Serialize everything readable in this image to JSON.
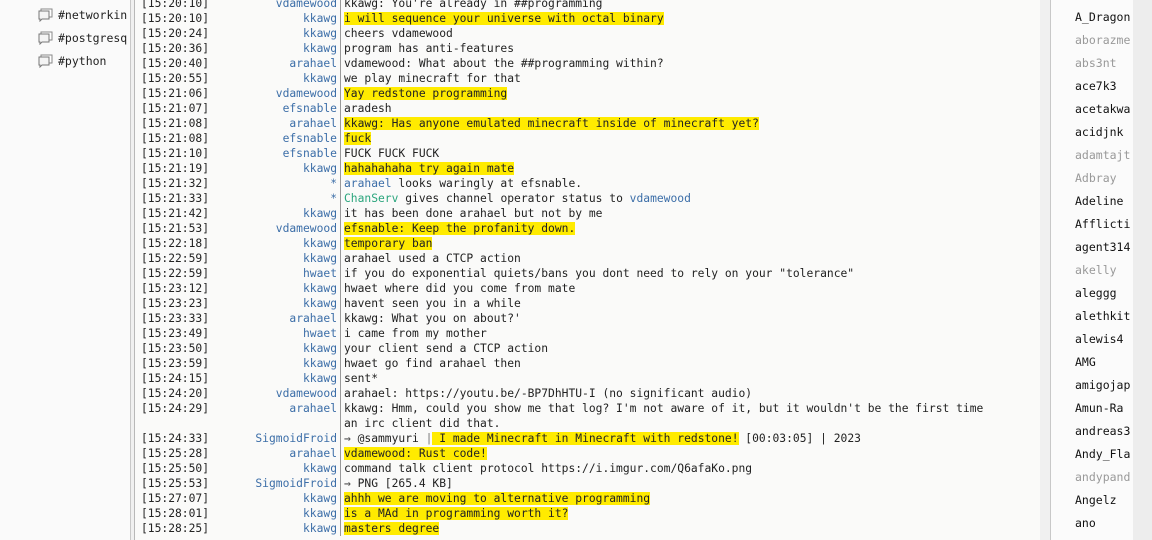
{
  "channels": [
    "#networkin",
    "#postgresq",
    "#python"
  ],
  "colors": {
    "highlight": "#ffeb00",
    "nick": "#3c6ea8",
    "chanserv": "#2aa57d"
  },
  "lines": [
    {
      "time": "[15:20:10]",
      "nick": "vdamewood",
      "msg": [
        {
          "t": "kkawg: You're already in ##programming"
        }
      ]
    },
    {
      "time": "[15:20:10]",
      "nick": "kkawg",
      "msg": [
        {
          "t": "i will sequence your universe with octal binary",
          "c": "hl"
        }
      ]
    },
    {
      "time": "[15:20:24]",
      "nick": "kkawg",
      "msg": [
        {
          "t": "cheers vdamewood"
        }
      ]
    },
    {
      "time": "[15:20:36]",
      "nick": "kkawg",
      "msg": [
        {
          "t": "program has anti-features"
        }
      ]
    },
    {
      "time": "[15:20:40]",
      "nick": "arahael",
      "msg": [
        {
          "t": "vdamewood: What about the ##programming within?"
        }
      ]
    },
    {
      "time": "[15:20:55]",
      "nick": "kkawg",
      "msg": [
        {
          "t": "we play minecraft for that"
        }
      ]
    },
    {
      "time": "[15:21:06]",
      "nick": "vdamewood",
      "msg": [
        {
          "t": "Yay redstone programming",
          "c": "hl"
        }
      ]
    },
    {
      "time": "[15:21:07]",
      "nick": "efsnable",
      "msg": [
        {
          "t": "aradesh"
        }
      ]
    },
    {
      "time": "[15:21:08]",
      "nick": "arahael",
      "msg": [
        {
          "t": "kkawg: Has anyone emulated minecraft inside of minecraft yet?",
          "c": "hl"
        }
      ]
    },
    {
      "time": "[15:21:08]",
      "nick": "efsnable",
      "msg": [
        {
          "t": "fuck",
          "c": "hl"
        }
      ]
    },
    {
      "time": "[15:21:10]",
      "nick": "efsnable",
      "msg": [
        {
          "t": "FUCK FUCK FUCK"
        }
      ]
    },
    {
      "time": "[15:21:19]",
      "nick": "kkawg",
      "msg": [
        {
          "t": "hahahahaha try again mate",
          "c": "hl"
        }
      ]
    },
    {
      "time": "[15:21:32]",
      "nick": "*",
      "msg": [
        {
          "t": "arahael",
          "c": "n"
        },
        {
          "t": " looks waringly at efsnable."
        }
      ]
    },
    {
      "time": "[15:21:33]",
      "nick": "*",
      "msg": [
        {
          "t": "ChanServ",
          "c": "cs"
        },
        {
          "t": " gives channel operator status to "
        },
        {
          "t": "vdamewood",
          "c": "n"
        }
      ]
    },
    {
      "time": "[15:21:42]",
      "nick": "kkawg",
      "msg": [
        {
          "t": "it has been done arahael but not by me"
        }
      ]
    },
    {
      "time": "[15:21:53]",
      "nick": "vdamewood",
      "msg": [
        {
          "t": "efsnable: Keep the profanity down.",
          "c": "hl"
        }
      ]
    },
    {
      "time": "[15:22:18]",
      "nick": "kkawg",
      "msg": [
        {
          "t": "temporary ban",
          "c": "hl"
        }
      ]
    },
    {
      "time": "[15:22:59]",
      "nick": "kkawg",
      "msg": [
        {
          "t": "arahael used a CTCP action"
        }
      ]
    },
    {
      "time": "[15:22:59]",
      "nick": "hwaet",
      "msg": [
        {
          "t": "if you do exponential quiets/bans you dont need to rely on your \"tolerance\""
        }
      ]
    },
    {
      "time": "[15:23:12]",
      "nick": "kkawg",
      "msg": [
        {
          "t": "hwaet where did you come from mate"
        }
      ]
    },
    {
      "time": "[15:23:23]",
      "nick": "kkawg",
      "msg": [
        {
          "t": "havent seen you in a while"
        }
      ]
    },
    {
      "time": "[15:23:33]",
      "nick": "arahael",
      "msg": [
        {
          "t": "kkawg: What you on about?'"
        }
      ]
    },
    {
      "time": "[15:23:49]",
      "nick": "hwaet",
      "msg": [
        {
          "t": "i came from my mother"
        }
      ]
    },
    {
      "time": "[15:23:50]",
      "nick": "kkawg",
      "msg": [
        {
          "t": "your client send a CTCP action"
        }
      ]
    },
    {
      "time": "[15:23:59]",
      "nick": "kkawg",
      "msg": [
        {
          "t": "hwaet go find arahael then"
        }
      ]
    },
    {
      "time": "[15:24:15]",
      "nick": "kkawg",
      "msg": [
        {
          "t": "sent*"
        }
      ]
    },
    {
      "time": "[15:24:20]",
      "nick": "vdamewood",
      "msg": [
        {
          "t": "arahael: https://youtu.be/-BP7DhHTU-I (no significant audio)"
        }
      ]
    },
    {
      "time": "[15:24:29]",
      "nick": "arahael",
      "msg": [
        {
          "t": "kkawg: Hmm, could you show me that log? I'm not aware of it, but it wouldn't be the first time an irc client did that."
        }
      ]
    },
    {
      "time": "[15:24:33]",
      "nick": "SigmoidFroid",
      "msg": [
        {
          "t": "⇒ @sammyuri "
        },
        {
          "t": "|",
          "c": "dim"
        },
        {
          "t": " I made Minecraft in Minecraft with redstone!",
          "c": "hl"
        },
        {
          "t": " [00:03:05] | 2023"
        }
      ]
    },
    {
      "time": "[15:25:28]",
      "nick": "arahael",
      "msg": [
        {
          "t": "vdamewood: Rust code!",
          "c": "hl"
        }
      ]
    },
    {
      "time": "[15:25:50]",
      "nick": "kkawg",
      "msg": [
        {
          "t": "command talk client protocol https://i.imgur.com/Q6afaKo.png"
        }
      ]
    },
    {
      "time": "[15:25:53]",
      "nick": "SigmoidFroid",
      "msg": [
        {
          "t": "⇒ PNG [265.4 KB]"
        }
      ]
    },
    {
      "time": "[15:27:07]",
      "nick": "kkawg",
      "msg": [
        {
          "t": "ahhh we are moving to alternative programming",
          "c": "hl"
        }
      ]
    },
    {
      "time": "[15:28:01]",
      "nick": "kkawg",
      "msg": [
        {
          "t": "is a MAd in programming worth it?",
          "c": "hl"
        }
      ]
    },
    {
      "time": "[15:28:25]",
      "nick": "kkawg",
      "msg": [
        {
          "t": "masters degree",
          "c": "hl"
        }
      ]
    }
  ],
  "nicklist": [
    {
      "n": "A_Dragon"
    },
    {
      "n": "aborazme",
      "away": true
    },
    {
      "n": "abs3nt",
      "away": true
    },
    {
      "n": "ace7k3"
    },
    {
      "n": "acetakwa"
    },
    {
      "n": "acidjnk"
    },
    {
      "n": "adamtajt",
      "away": true
    },
    {
      "n": "Adbray",
      "away": true
    },
    {
      "n": "Adeline"
    },
    {
      "n": "Afflicti"
    },
    {
      "n": "agent314"
    },
    {
      "n": "akelly",
      "away": true
    },
    {
      "n": "aleggg"
    },
    {
      "n": "alethkit"
    },
    {
      "n": "alewis4"
    },
    {
      "n": "AMG"
    },
    {
      "n": "amigojap"
    },
    {
      "n": "Amun-Ra"
    },
    {
      "n": "andreas3"
    },
    {
      "n": "Andy_Fla"
    },
    {
      "n": "andypand",
      "away": true
    },
    {
      "n": "Angelz"
    },
    {
      "n": "ano"
    }
  ]
}
